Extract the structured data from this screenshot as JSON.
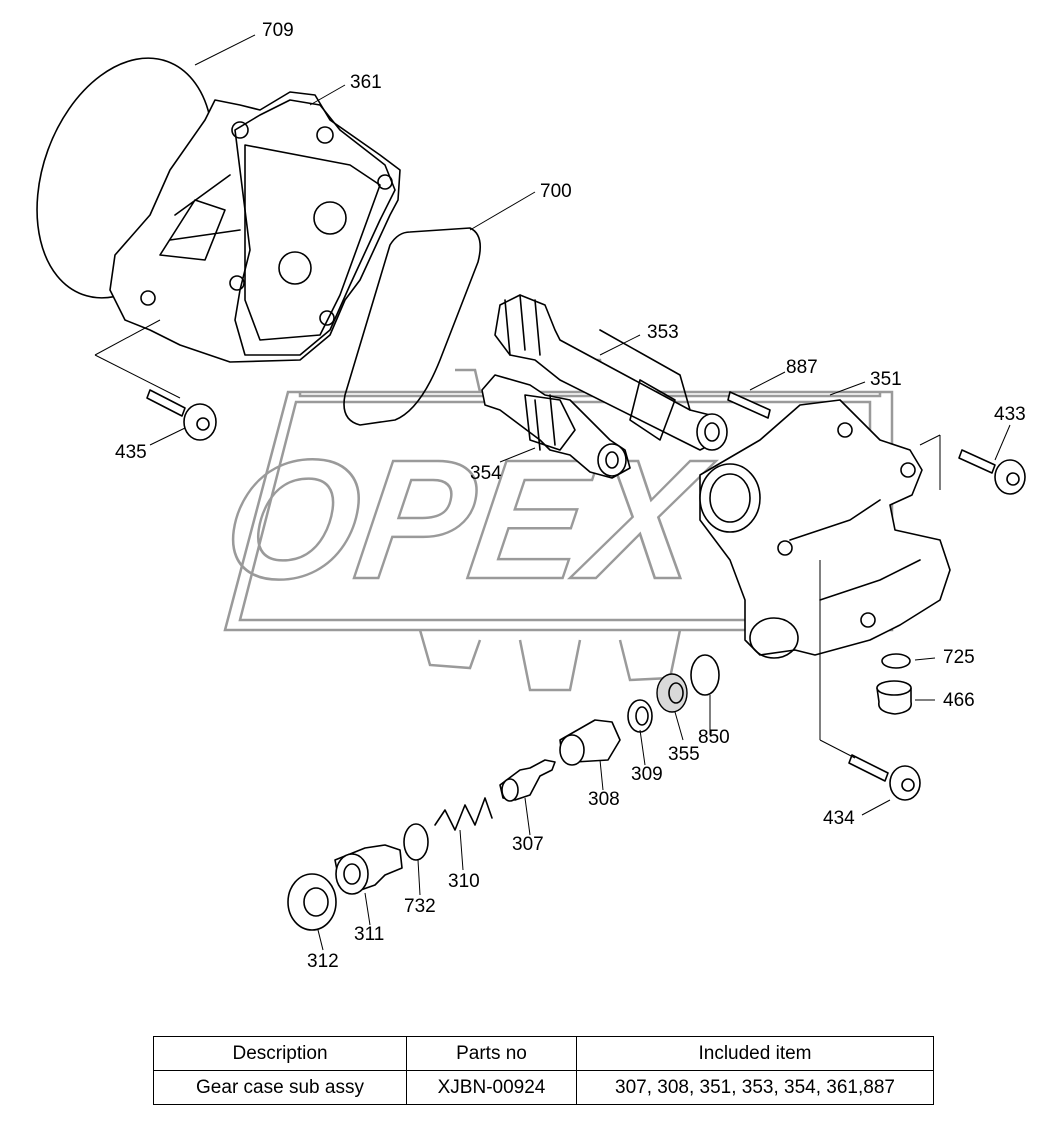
{
  "watermark": {
    "text": "OPEX"
  },
  "labels": {
    "p709": "709",
    "p361": "361",
    "p700": "700",
    "p353": "353",
    "p887": "887",
    "p351": "351",
    "p433": "433",
    "p435": "435",
    "p354": "354",
    "p725": "725",
    "p466": "466",
    "p850": "850",
    "p355": "355",
    "p309": "309",
    "p308": "308",
    "p307": "307",
    "p434": "434",
    "p310": "310",
    "p732": "732",
    "p311": "311",
    "p312": "312"
  },
  "table": {
    "headers": [
      "Description",
      "Parts no",
      "Included item"
    ],
    "rows": [
      [
        "Gear case sub assy",
        "XJBN-00924",
        "307, 308, 351, 353, 354, 361,887"
      ]
    ]
  }
}
